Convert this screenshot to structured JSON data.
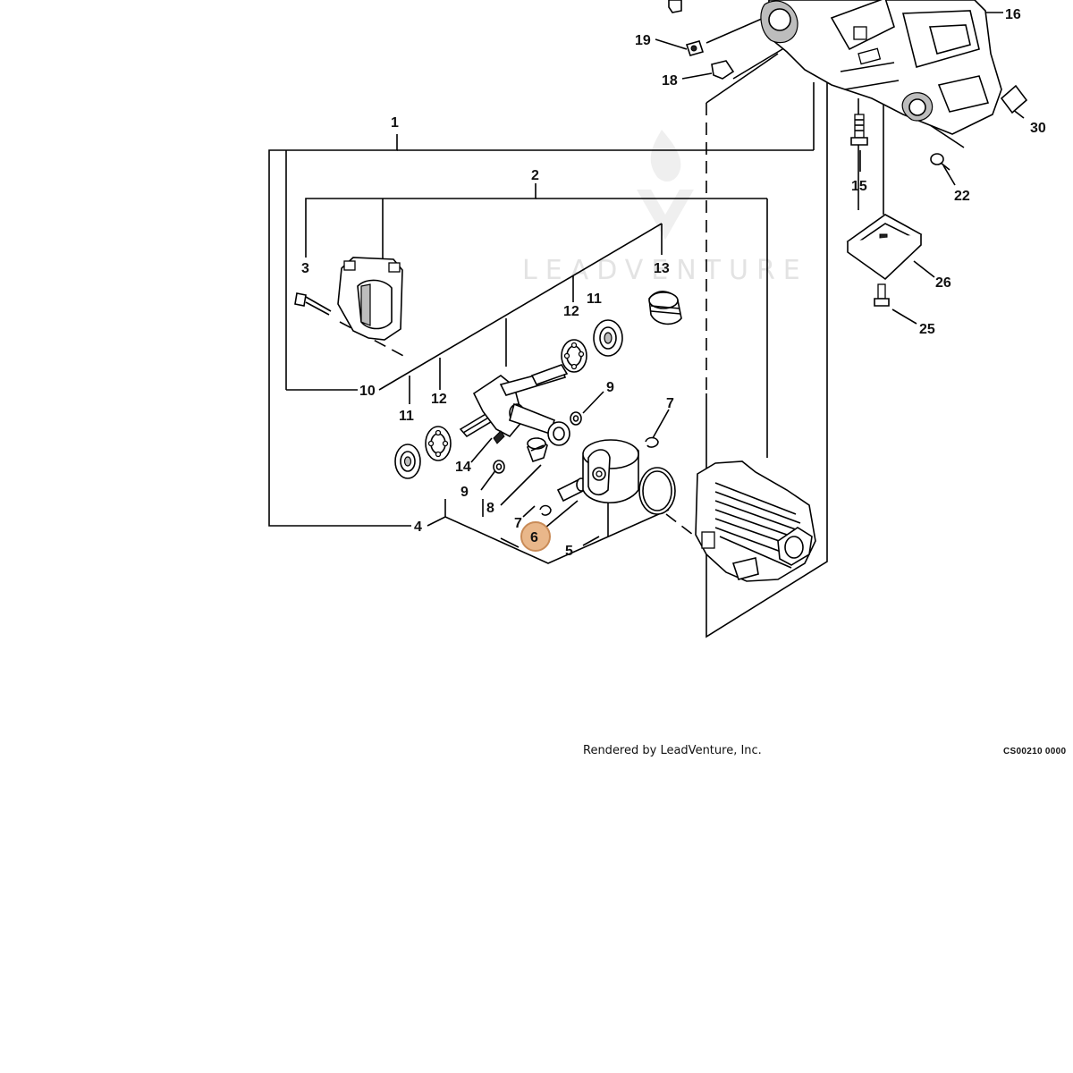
{
  "diagram": {
    "callouts": [
      {
        "id": "1",
        "label": "1"
      },
      {
        "id": "2",
        "label": "2"
      },
      {
        "id": "3",
        "label": "3"
      },
      {
        "id": "4",
        "label": "4"
      },
      {
        "id": "5",
        "label": "5"
      },
      {
        "id": "6",
        "label": "6"
      },
      {
        "id": "7a",
        "label": "7"
      },
      {
        "id": "7b",
        "label": "7"
      },
      {
        "id": "8",
        "label": "8"
      },
      {
        "id": "9a",
        "label": "9"
      },
      {
        "id": "9b",
        "label": "9"
      },
      {
        "id": "10",
        "label": "10"
      },
      {
        "id": "11a",
        "label": "11"
      },
      {
        "id": "11b",
        "label": "11"
      },
      {
        "id": "12a",
        "label": "12"
      },
      {
        "id": "12b",
        "label": "12"
      },
      {
        "id": "13",
        "label": "13"
      },
      {
        "id": "14",
        "label": "14"
      },
      {
        "id": "15",
        "label": "15"
      },
      {
        "id": "16",
        "label": "16"
      },
      {
        "id": "18",
        "label": "18"
      },
      {
        "id": "19",
        "label": "19"
      },
      {
        "id": "22",
        "label": "22"
      },
      {
        "id": "25",
        "label": "25"
      },
      {
        "id": "26",
        "label": "26"
      },
      {
        "id": "30",
        "label": "30"
      }
    ],
    "highlighted_callout": "6",
    "watermark": "LEADVENTURE",
    "highlight_color": "#e9b78a"
  },
  "footer": {
    "credit": "Rendered by LeadVenture, Inc.",
    "code": "CS00210 0000"
  }
}
